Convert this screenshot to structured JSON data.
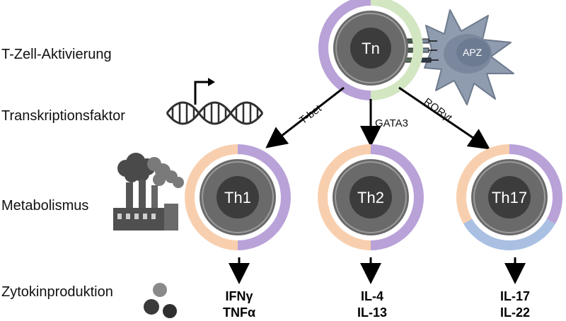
{
  "row_labels": {
    "activation": "T-Zell-Aktivierung",
    "transcription": "Transkriptionsfaktor",
    "metabolism": "Metabolismus",
    "cytokines": "Zytokinproduktion"
  },
  "naive_cell": {
    "name": "Tn"
  },
  "apc": {
    "name": "APZ"
  },
  "transcription_factors": {
    "th1": "T-bet",
    "th2": "GATA3",
    "th17": "RORγt"
  },
  "subsets": [
    {
      "name": "Th1",
      "cytokines": [
        "IFNγ",
        "TNFα"
      ]
    },
    {
      "name": "Th2",
      "cytokines": [
        "IL-4",
        "IL-13"
      ]
    },
    {
      "name": "Th17",
      "cytokines": [
        "IL-17",
        "IL-22"
      ]
    }
  ],
  "colors": {
    "purple": "#b9a2d8",
    "green": "#d3e6c2",
    "peach": "#f8cfae",
    "blue": "#a9c0e3",
    "cell_outer": "#6a6a6a",
    "cell_inner": "#3c3c3c",
    "apc": "#8f9cb0"
  }
}
